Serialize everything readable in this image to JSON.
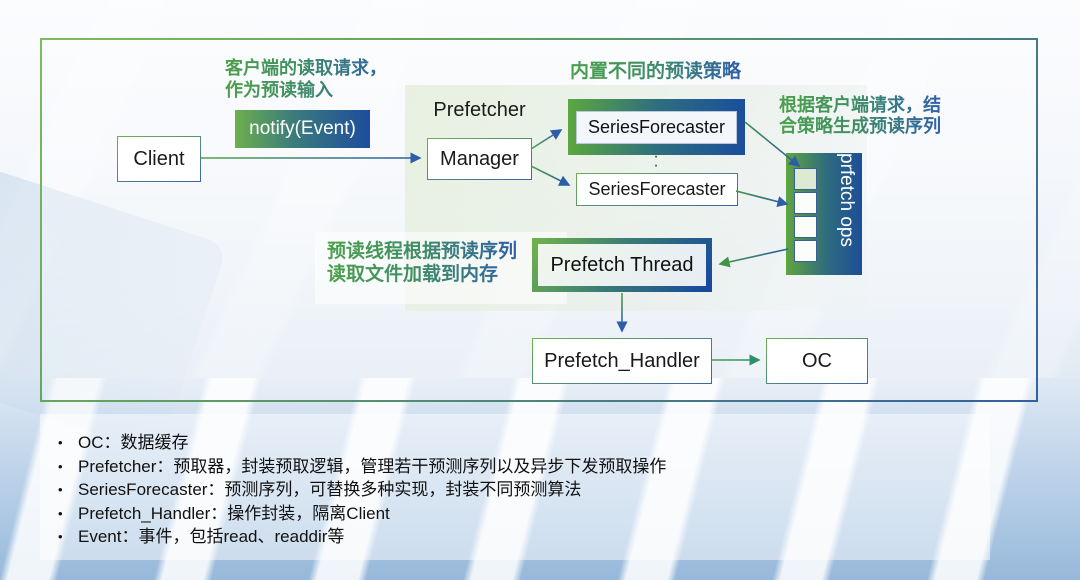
{
  "slide": {
    "annotations": {
      "client_request_line1": "客户端的读取请求，",
      "client_request_line2": "作为预读输入",
      "strategies": "内置不同的预读策略",
      "generate_line1": "根据客户端请求，结",
      "generate_line2": "合策略生成预读序列",
      "thread_line1": "预读线程根据预读序列",
      "thread_line2": "读取文件加载到内存"
    },
    "nodes": {
      "client": "Client",
      "notify": "notify(Event)",
      "prefetcher": "Prefetcher",
      "manager": "Manager",
      "series_forecaster_top": "SeriesForecaster",
      "series_forecaster_bottom": "SeriesForecaster",
      "ellipsis_dot": "·",
      "prefetch_ops": "prfetch ops",
      "prefetch_thread": "Prefetch Thread",
      "prefetch_handler": "Prefetch_Handler",
      "oc": "OC"
    },
    "legend": {
      "bullet": "•",
      "items": [
        "OC：数据缓存",
        "Prefetcher：预取器，封装预取逻辑，管理若干预测序列以及异步下发预取操作",
        "SeriesForecaster：预测序列，可替换多种实现，封装不同预测算法",
        "Prefetch_Handler：操作封装，隔离Client",
        "Event：事件，包括read、readdir等"
      ]
    },
    "colors": {
      "accent_green": "#5ca73f",
      "accent_blue": "#1c4e97"
    }
  }
}
